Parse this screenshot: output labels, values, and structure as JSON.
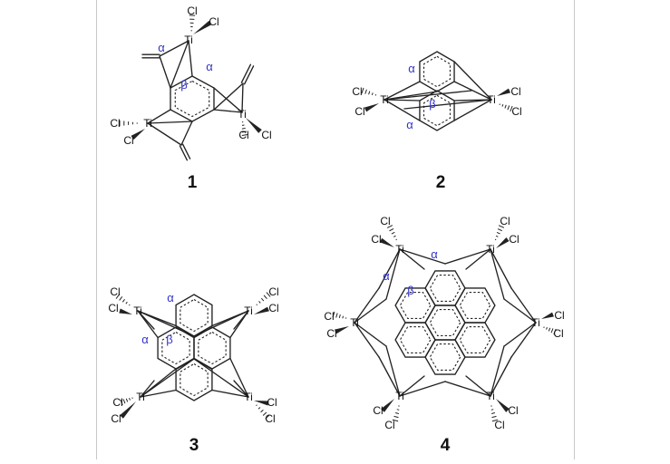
{
  "labels": {
    "ti": "Ti",
    "cl": "Cl",
    "alpha": "α",
    "beta": "β"
  },
  "compounds": [
    {
      "number": "1"
    },
    {
      "number": "2"
    },
    {
      "number": "3"
    },
    {
      "number": "4"
    }
  ],
  "colors": {
    "greek": "#3333cc",
    "bond": "#222222",
    "frame_line": "#c8c8c8"
  }
}
